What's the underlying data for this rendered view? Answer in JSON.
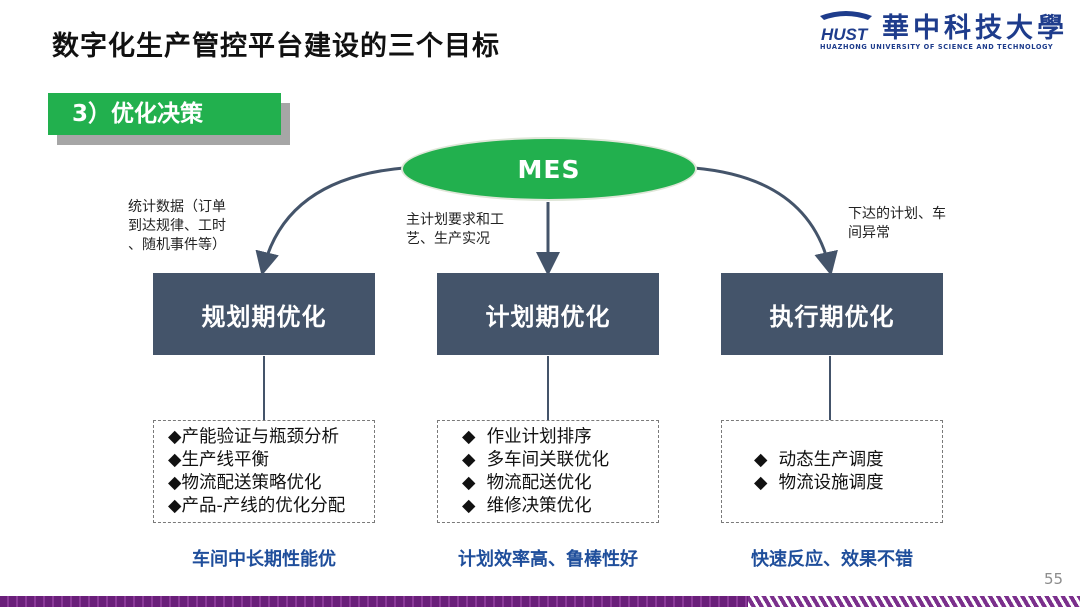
{
  "slide": {
    "title": "数字化生产管控平台建设的三个目标",
    "page_number": "55"
  },
  "logo": {
    "cn": "華中科技大學",
    "en": "HUAZHONG UNIVERSITY OF SCIENCE AND TECHNOLOGY",
    "mark_text": "HUST"
  },
  "section": {
    "label": "3）优化决策"
  },
  "hub": {
    "label": "MES"
  },
  "notes": {
    "left": [
      "统计数据（订单",
      "到达规律、工时",
      "、随机事件等）"
    ],
    "center": [
      "主计划要求和工",
      "艺、生产实况"
    ],
    "right": [
      "下达的计划、车",
      "间异常"
    ]
  },
  "phases": [
    {
      "name": "规划期优化",
      "items": [
        "◆产能验证与瓶颈分析",
        "◆生产线平衡",
        "◆物流配送策略优化",
        "◆产品-产线的优化分配"
      ],
      "result": "车间中长期性能优"
    },
    {
      "name": "计划期优化",
      "items": [
        "◆  作业计划排序",
        "◆  多车间关联优化",
        "◆  物流配送优化",
        "◆  维修决策优化"
      ],
      "result": "计划效率高、鲁棒性好"
    },
    {
      "name": "执行期优化",
      "items": [
        "◆  动态生产调度",
        "◆  物流设施调度"
      ],
      "result": "快速反应、效果不错"
    }
  ],
  "colors": {
    "green": "#22b04e",
    "phase_box": "#44546a",
    "result_text": "#1f4e9b",
    "logo": "#1e3c8c",
    "bottom_band": "#6a1f7a"
  }
}
